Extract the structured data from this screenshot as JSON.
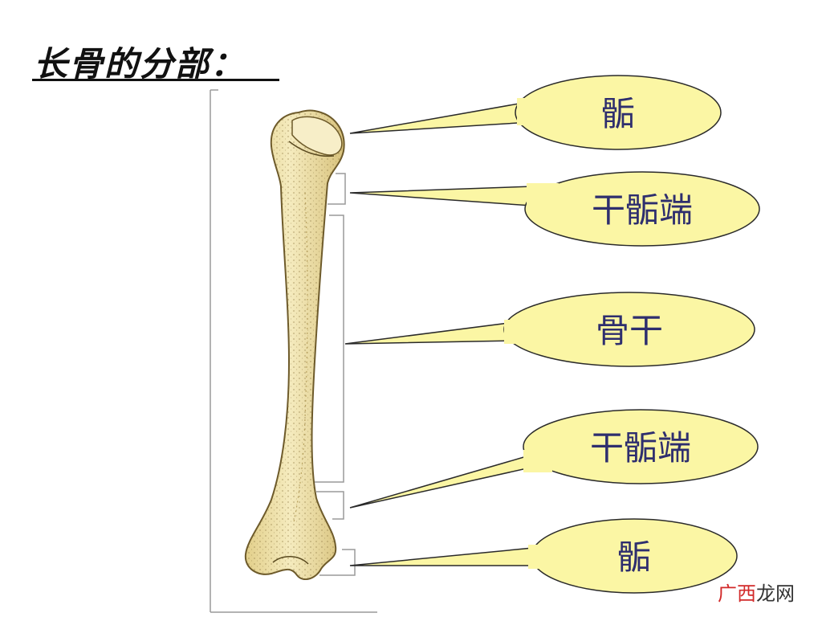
{
  "title": "长骨的分部：",
  "callouts": [
    {
      "id": "epiphysis-top",
      "label": "骺"
    },
    {
      "id": "metaphysis-top",
      "label": "干骺端"
    },
    {
      "id": "diaphysis",
      "label": "骨干"
    },
    {
      "id": "metaphysis-bottom",
      "label": "干骺端"
    },
    {
      "id": "epiphysis-bottom",
      "label": "骺"
    }
  ],
  "watermark": {
    "part1": "广西",
    "part2": "龙网"
  },
  "colors": {
    "bubble_fill": "#fbf6a4",
    "bubble_stroke": "#2a2a2a",
    "bone_fill": "#efe0a2",
    "bone_stroke": "#6d5a2a",
    "label_text": "#2e2e6e"
  }
}
